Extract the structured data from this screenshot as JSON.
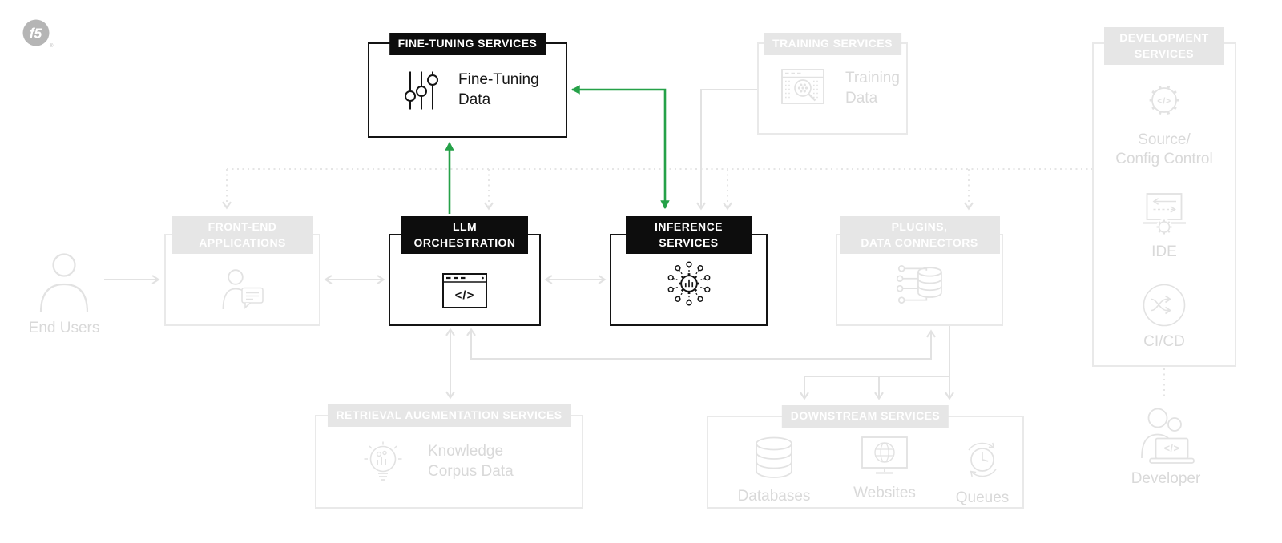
{
  "brand": {
    "logo_text": "f5",
    "trademark": "®"
  },
  "glyphs": {
    "code": "</>"
  },
  "colors": {
    "accent_green": "#25A148",
    "active_ink": "#141414",
    "faded_ink": "#e2e2e2",
    "faded_header_fill": "#e6e6e6",
    "faded_text": "#d9d9d9"
  },
  "nodes": {
    "fine_tuning": {
      "header": "FINE-TUNING SERVICES",
      "item": {
        "icon": "sliders-icon",
        "label": "Fine-Tuning\nData"
      }
    },
    "training": {
      "header": "TRAINING SERVICES",
      "item": {
        "icon": "table-search-icon",
        "label": "Training\nData"
      }
    },
    "development": {
      "header": "DEVELOPMENT\nSERVICES",
      "items": [
        {
          "icon": "gear-code-icon",
          "label": "Source/\nConfig Control"
        },
        {
          "icon": "ide-icon",
          "label": "IDE"
        },
        {
          "icon": "cicd-icon",
          "label": "CI/CD"
        }
      ]
    },
    "front_end": {
      "header": "FRONT-END\nAPPLICATIONS",
      "item": {
        "icon": "user-chat-icon"
      }
    },
    "llm_orchestration": {
      "header": "LLM\nORCHESTRATION",
      "item": {
        "icon": "code-window-icon"
      }
    },
    "inference": {
      "header": "INFERENCE\nSERVICES",
      "item": {
        "icon": "gear-network-icon"
      }
    },
    "plugins": {
      "header": "PLUGINS,\nDATA CONNECTORS",
      "item": {
        "icon": "data-connector-icon"
      }
    },
    "retrieval": {
      "header": "RETRIEVAL AUGMENTATION SERVICES",
      "item": {
        "icon": "bulb-icon",
        "label": "Knowledge\nCorpus Data"
      }
    },
    "downstream": {
      "header": "DOWNSTREAM SERVICES",
      "items": [
        {
          "icon": "database-icon",
          "label": "Databases"
        },
        {
          "icon": "website-icon",
          "label": "Websites"
        },
        {
          "icon": "queue-icon",
          "label": "Queues"
        }
      ]
    },
    "end_users": {
      "icon": "person-icon",
      "label": "End Users"
    },
    "developer": {
      "icon": "developer-icon",
      "label": "Developer"
    }
  }
}
